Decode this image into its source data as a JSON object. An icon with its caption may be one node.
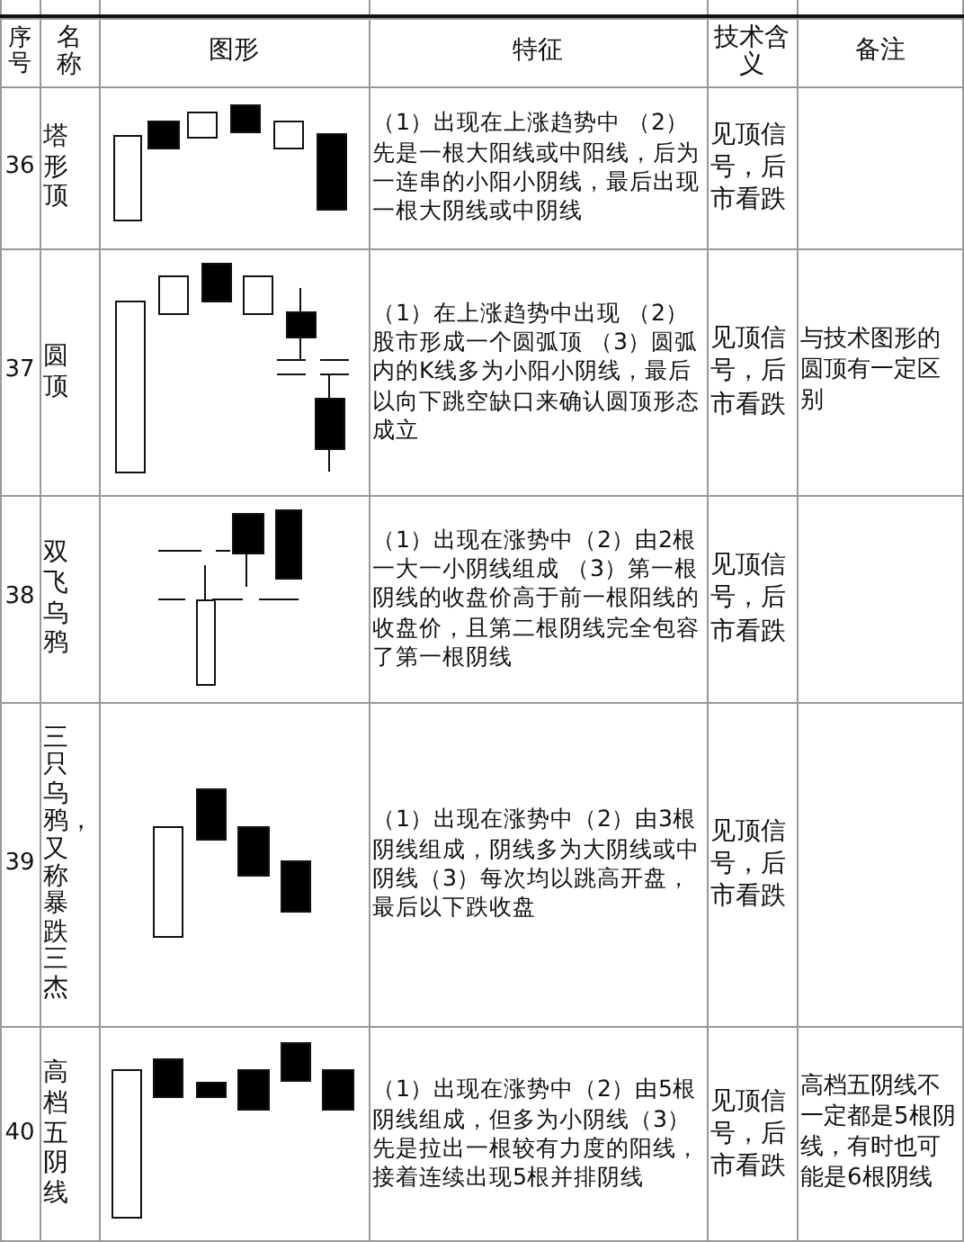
{
  "diagram": {
    "labels": [
      "序号",
      "名称",
      "图形",
      "特征",
      "技术含义",
      "备注",
      "36",
      "塔形顶",
      "（1）出现在上涨趋势中 （2）先是一根大阳线或中阳线，后为一连串的小阳小阴线，最后出现一根大阴线或中阴线",
      "见顶信号，后市看跌",
      "37",
      "圆顶",
      "（1）在上涨趋势中出现 （2）股市形成一个圆弧顶 （3）圆弧内的K线多为小阳小阴线，最后以向下跳空缺口来确认圆顶形态成立",
      "见顶信号，后市看跌",
      "与技术图形的圆顶有一定区别",
      "38",
      "双飞乌鸦",
      "（1）出现在涨势中（2）由2根一大一小阴线组成 （3）第一根阴线的收盘价高于前一根阳线的收盘价，且第二根阴线完全包容了第一根阴线",
      "见顶信号，后市看跌",
      "39",
      "三只乌鸦，又称暴跌三杰",
      "（1）出现在涨势中（2）由3根阴线组成，阴线多为大阴线或中阴线（3）每次均以跳高开盘，最后以下跌收盘",
      "见顶信号，后市看跌",
      "40",
      "高档五阴线",
      "（1）出现在涨势中（2）由5根阴线组成，但多为小阴线（3）先是拉出一根较有力度的阳线，接着连续出现5根并排阴线",
      "见顶信号，后市看跌",
      "高档五阴线不一定都是5根阴线，有时也可能是6根阴线"
    ]
  }
}
